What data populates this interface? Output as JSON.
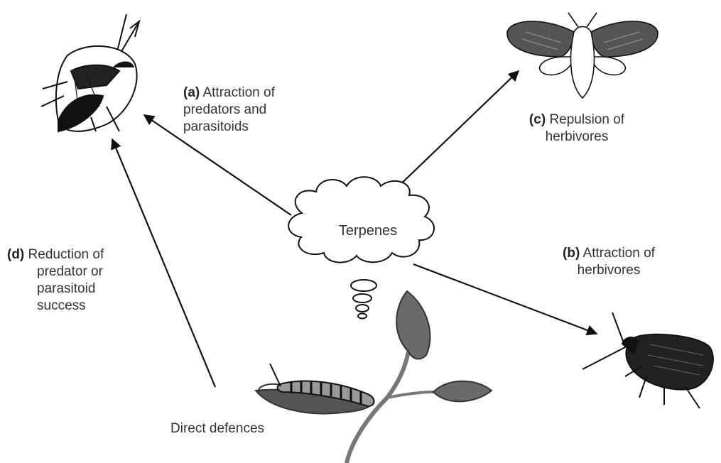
{
  "diagram": {
    "center_label": "Terpenes",
    "effects": {
      "a": {
        "marker": "(a)",
        "lines": [
          "Attraction of",
          "predators and",
          "parasitoids"
        ]
      },
      "b": {
        "marker": "(b)",
        "lines": [
          "Attraction of",
          "herbivores"
        ]
      },
      "c": {
        "marker": "(c)",
        "lines": [
          "Repulsion of",
          "herbivores"
        ]
      },
      "d": {
        "marker": "(d)",
        "lines": [
          "Reduction of",
          "predator or",
          "parasitoid",
          "success"
        ]
      }
    },
    "direct_defences": "Direct defences"
  },
  "colors": {
    "ink": "#111111",
    "text": "#333333",
    "leaf": "#6a6a6a",
    "background": "#ffffff"
  }
}
